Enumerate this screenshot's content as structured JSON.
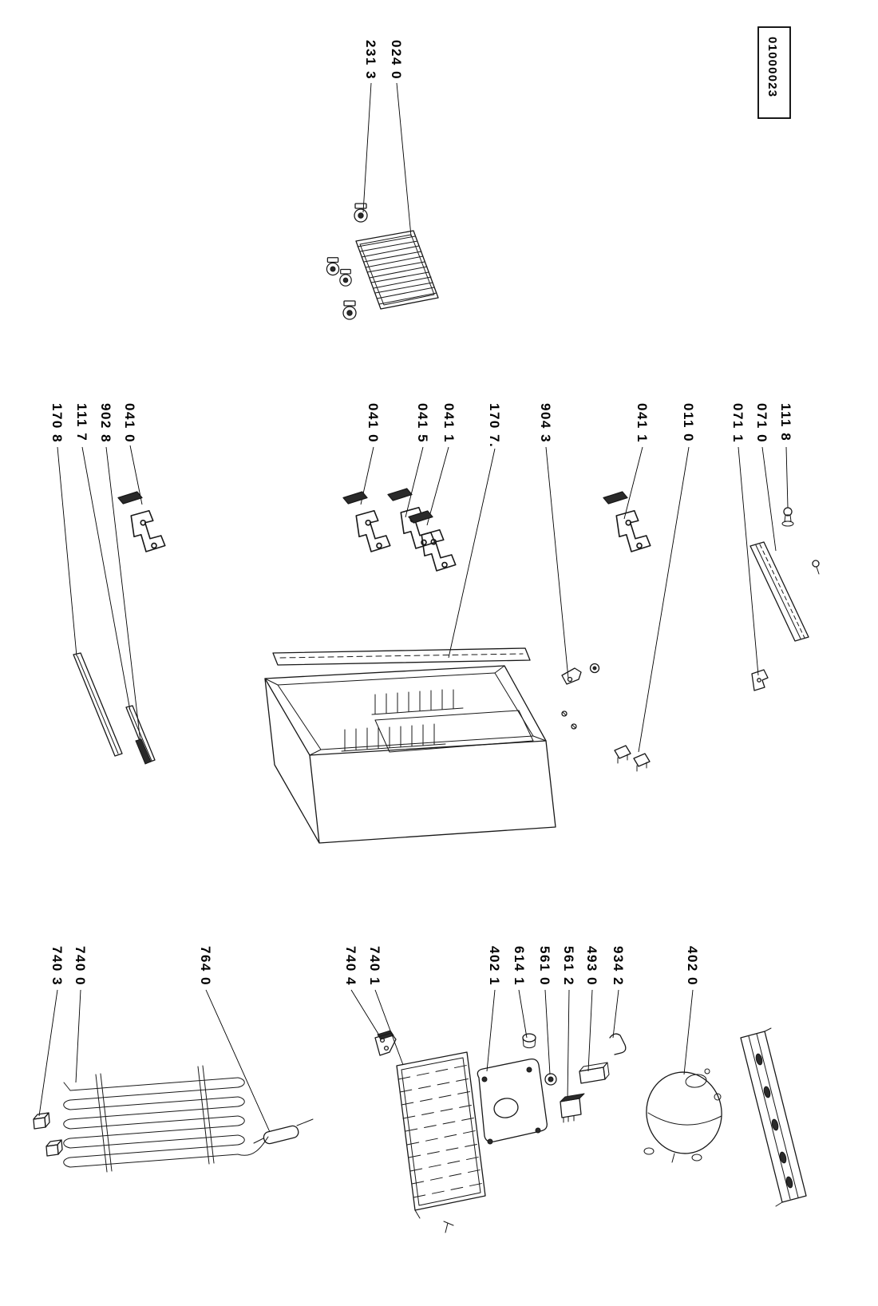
{
  "doc_number": "01000023",
  "colors": {
    "background": "#ffffff",
    "ink": "#181818"
  },
  "part_labels": {
    "n2313": "231 3",
    "n0240": "024 0",
    "n1708": "170 8",
    "n1117": "111 7",
    "n9028": "902 8",
    "n0410a": "041 0",
    "n0410b": "041 0",
    "n0415": "041 5",
    "n0411a": "041 1",
    "n1707": "170 7.",
    "n9043": "904 3",
    "n0411b": "041 1",
    "n0110": "011 0",
    "n0711": "071 1",
    "n0710": "071 0",
    "n1118": "111 8",
    "n7403": "740 3",
    "n7400": "740 0",
    "n7640": "764 0",
    "n7404": "740 4",
    "n7401": "740 1",
    "n4021": "402 1",
    "n6141": "614 1",
    "n5610": "561 0",
    "n5612": "561 2",
    "n4930": "493 0",
    "n9342": "934 2",
    "n4020": "402 0"
  }
}
